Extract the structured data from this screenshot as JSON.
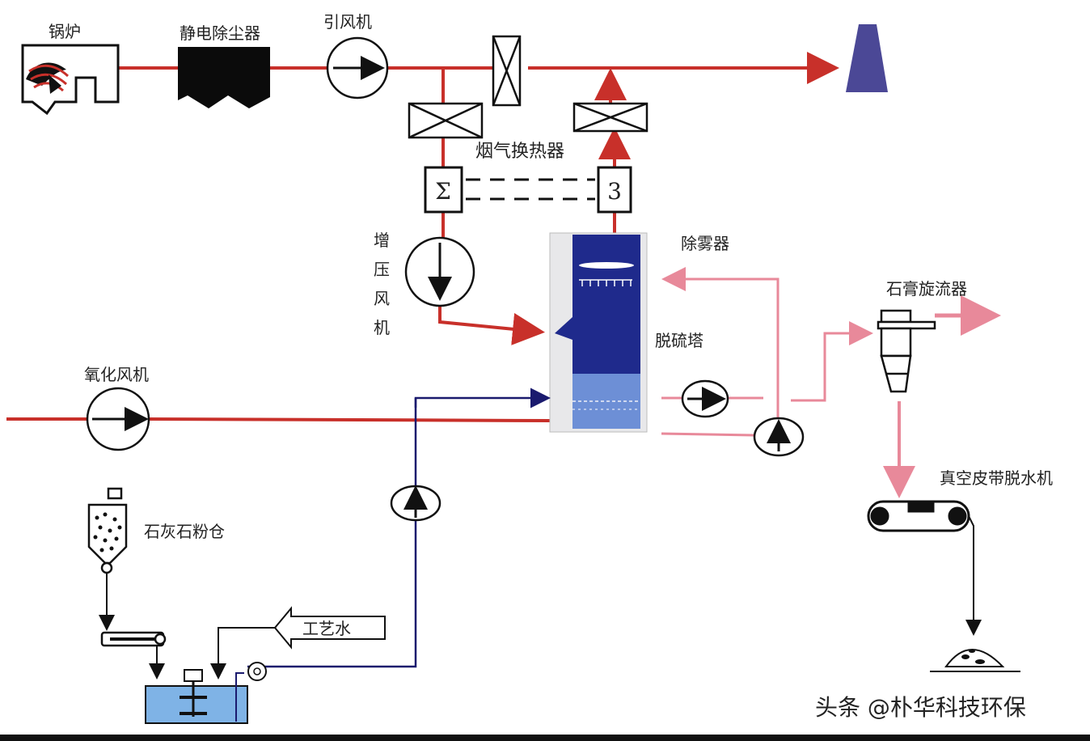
{
  "labels": {
    "boiler": "锅炉",
    "esp": "静电除尘器",
    "id_fan": "引风机",
    "ggh": "烟气换热器",
    "booster_fan_chars": [
      "增",
      "压",
      "风",
      "机"
    ],
    "demister": "除雾器",
    "absorber": "脱硫塔",
    "hydrocyclone": "石膏旋流器",
    "oxidation_fan": "氧化风机",
    "vacuum_belt": "真空皮带脱水机",
    "limestone_silo": "石灰石粉仓",
    "process_water": "工艺水"
  },
  "watermark": "头条 @朴华科技环保",
  "colors": {
    "flue_gas": "#c8302a",
    "slurry": "#e8899a",
    "water": "#1a1a6e",
    "tower": "#1f2a8c",
    "tower_bottom": "#6d8fd6",
    "stack": "#4b4896",
    "tank_water": "#7fb3e6",
    "outline": "#111111"
  }
}
